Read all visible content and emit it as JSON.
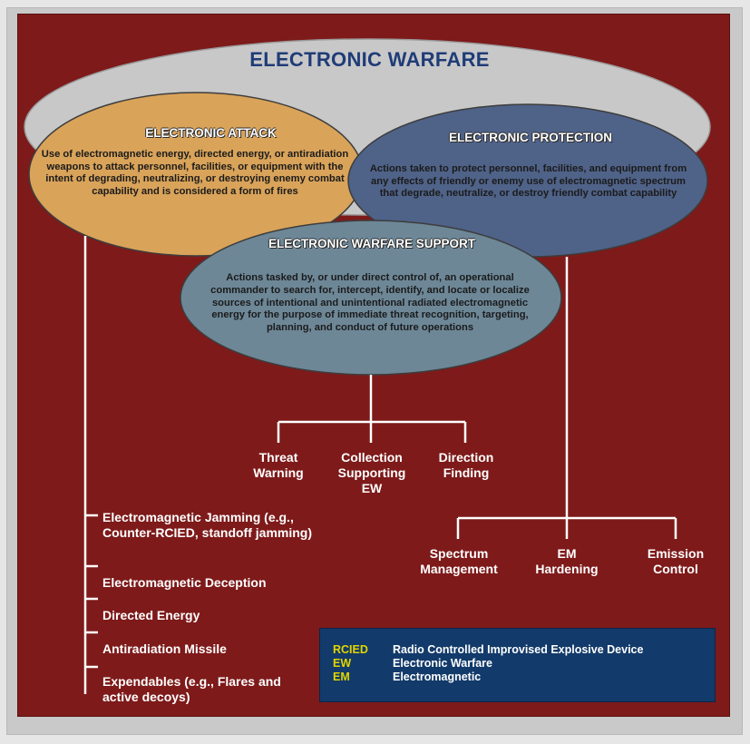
{
  "title": "ELECTRONIC WARFARE",
  "electronic_attack": {
    "heading": "ELECTRONIC ATTACK",
    "description": "Use of electromagnetic energy,  directed energy, or antiradiation weapons to attack personnel, facilities, or equipment with the intent of degrading, neutralizing, or destroying enemy combat capability and is considered a form of fires",
    "subitems": [
      "Electromagnetic Jamming (e.g., Counter-RCIED, standoff jamming)",
      "Electromagnetic Deception",
      "Directed Energy",
      "Antiradiation Missile",
      "Expendables (e.g.,  Flares and active decoys)"
    ]
  },
  "electronic_protection": {
    "heading": "ELECTRONIC PROTECTION",
    "description": "Actions taken to protect personnel, facilities, and equipment from any effects of friendly or enemy use of electromagnetic spectrum that degrade, neutralize, or destroy friendly combat capability",
    "subitems": [
      "Spectrum Management",
      "EM Hardening",
      "Emission Control"
    ]
  },
  "electronic_warfare_support": {
    "heading": "ELECTRONIC WARFARE SUPPORT",
    "description": "Actions tasked by, or under direct control of, an operational commander to search for, intercept, identify, and locate or localize sources of intentional and unintentional radiated electromagnetic energy for the purpose of immediate threat recognition, targeting, planning, and conduct of future operations",
    "subitems": [
      "Threat Warning",
      "Collection Supporting EW",
      "Direction Finding"
    ]
  },
  "legend": [
    {
      "abbr": "RCIED",
      "definition": "Radio Controlled Improvised Explosive Device"
    },
    {
      "abbr": "EW",
      "definition": "Electronic Warfare"
    },
    {
      "abbr": "EM",
      "definition": "Electromagnetic"
    }
  ],
  "colors": {
    "background": "#7e1a1a",
    "ew_ellipse": "#c8c8c8",
    "attack_ellipse": "#d9a35a",
    "protection_ellipse": "#4f6288",
    "support_ellipse": "#6d8797",
    "title_text": "#1f3c78",
    "legend_box": "#123a6a",
    "legend_abbr": "#e2d400"
  }
}
